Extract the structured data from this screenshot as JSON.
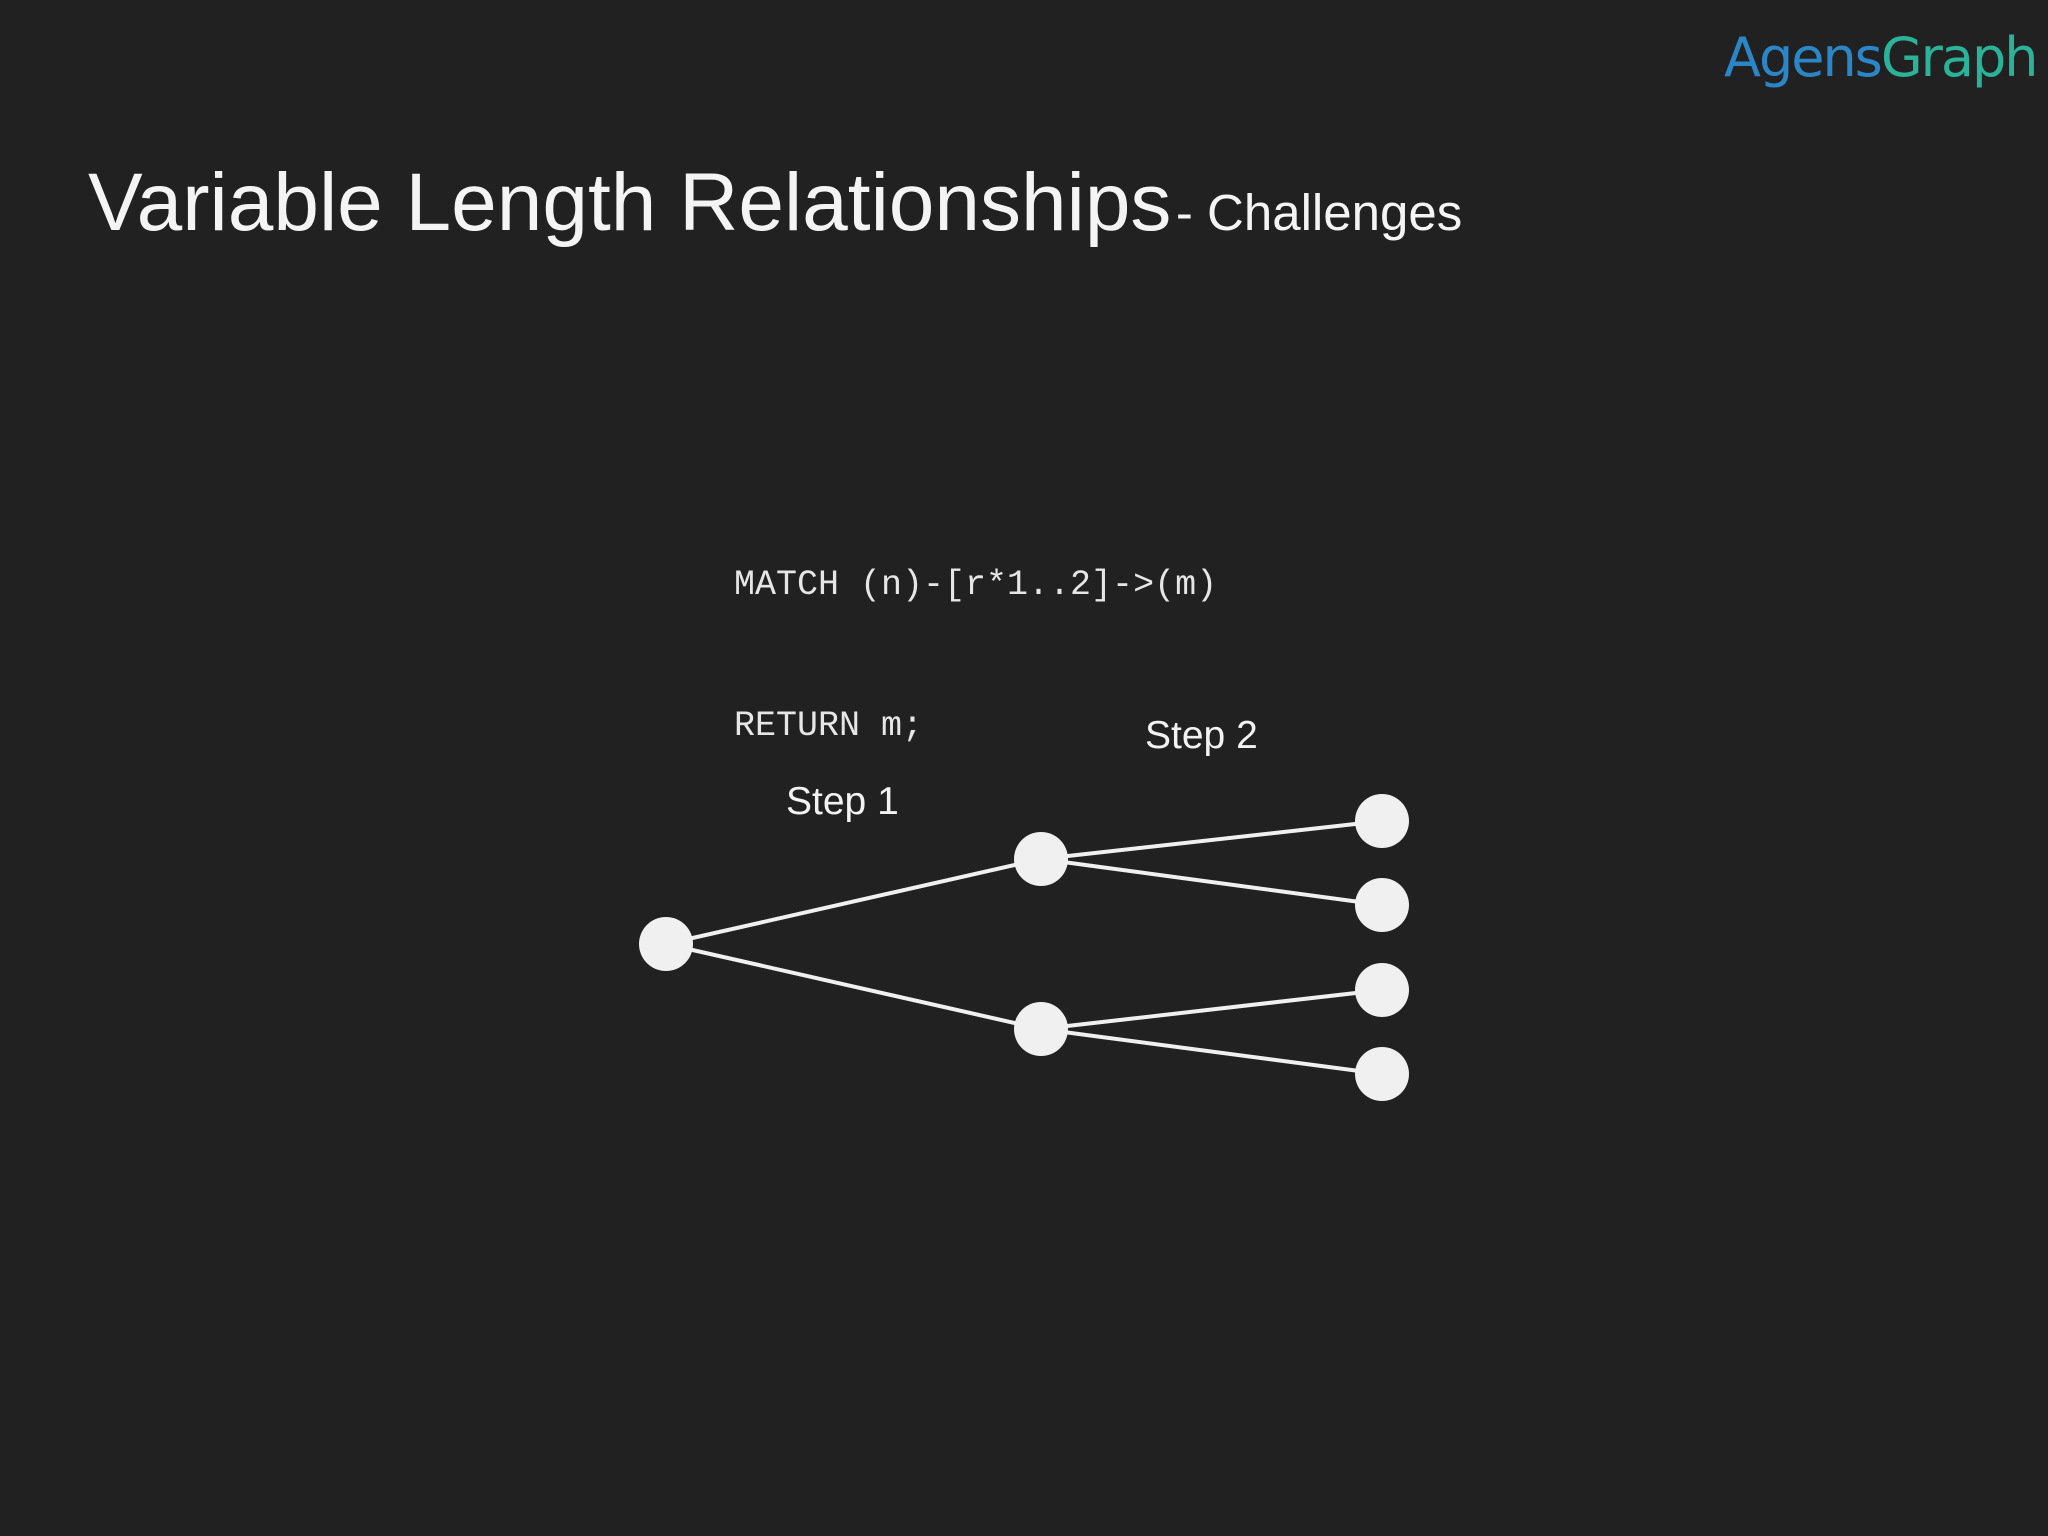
{
  "logo": {
    "part1": "Agens",
    "part2": "Graph",
    "colors": {
      "agens": "#2b86c8",
      "graph": "#2bb39a"
    }
  },
  "title": {
    "main": "Variable Length Relationships",
    "sub": "- Challenges"
  },
  "code": {
    "lines": [
      "MATCH (n)-[r*1..2]->(m)",
      "RETURN m;"
    ]
  },
  "diagram": {
    "labels": {
      "step1": "Step 1",
      "step2": "Step 2"
    },
    "nodes": [
      "root",
      "step1-top",
      "step1-bottom",
      "step2-a",
      "step2-b",
      "step2-c",
      "step2-d"
    ],
    "edges": [
      [
        "root",
        "step1-top"
      ],
      [
        "root",
        "step1-bottom"
      ],
      [
        "step1-top",
        "step2-a"
      ],
      [
        "step1-top",
        "step2-b"
      ],
      [
        "step1-bottom",
        "step2-c"
      ],
      [
        "step1-bottom",
        "step2-d"
      ]
    ],
    "colors": {
      "background": "#212121",
      "node": "#f0f0f0",
      "edge": "#f0f0f0"
    }
  }
}
